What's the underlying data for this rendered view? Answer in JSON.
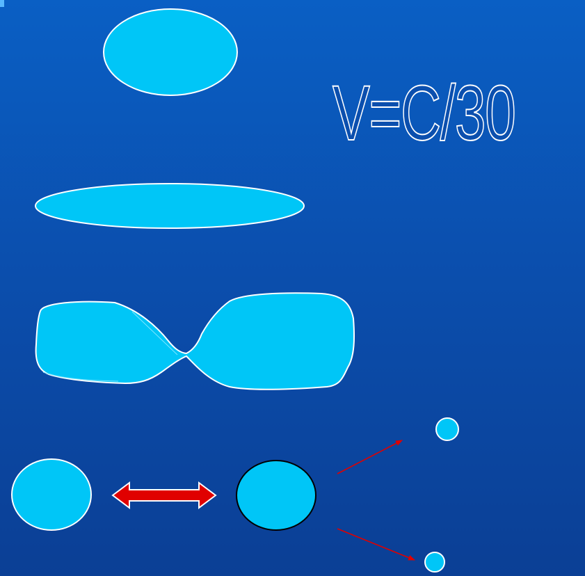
{
  "formula": {
    "text": "V=C/30"
  },
  "colors": {
    "fill": "#00c6f7",
    "outline": "#ffffff",
    "dark_outline": "#000000",
    "arrow_red": "#e00000",
    "background_top": "#0a5fc4",
    "background_bottom": "#0b3f95"
  },
  "stages": [
    {
      "name": "nucleus-sphere"
    },
    {
      "name": "nucleus-elongated"
    },
    {
      "name": "nucleus-necking"
    },
    {
      "name": "fission-products"
    }
  ]
}
